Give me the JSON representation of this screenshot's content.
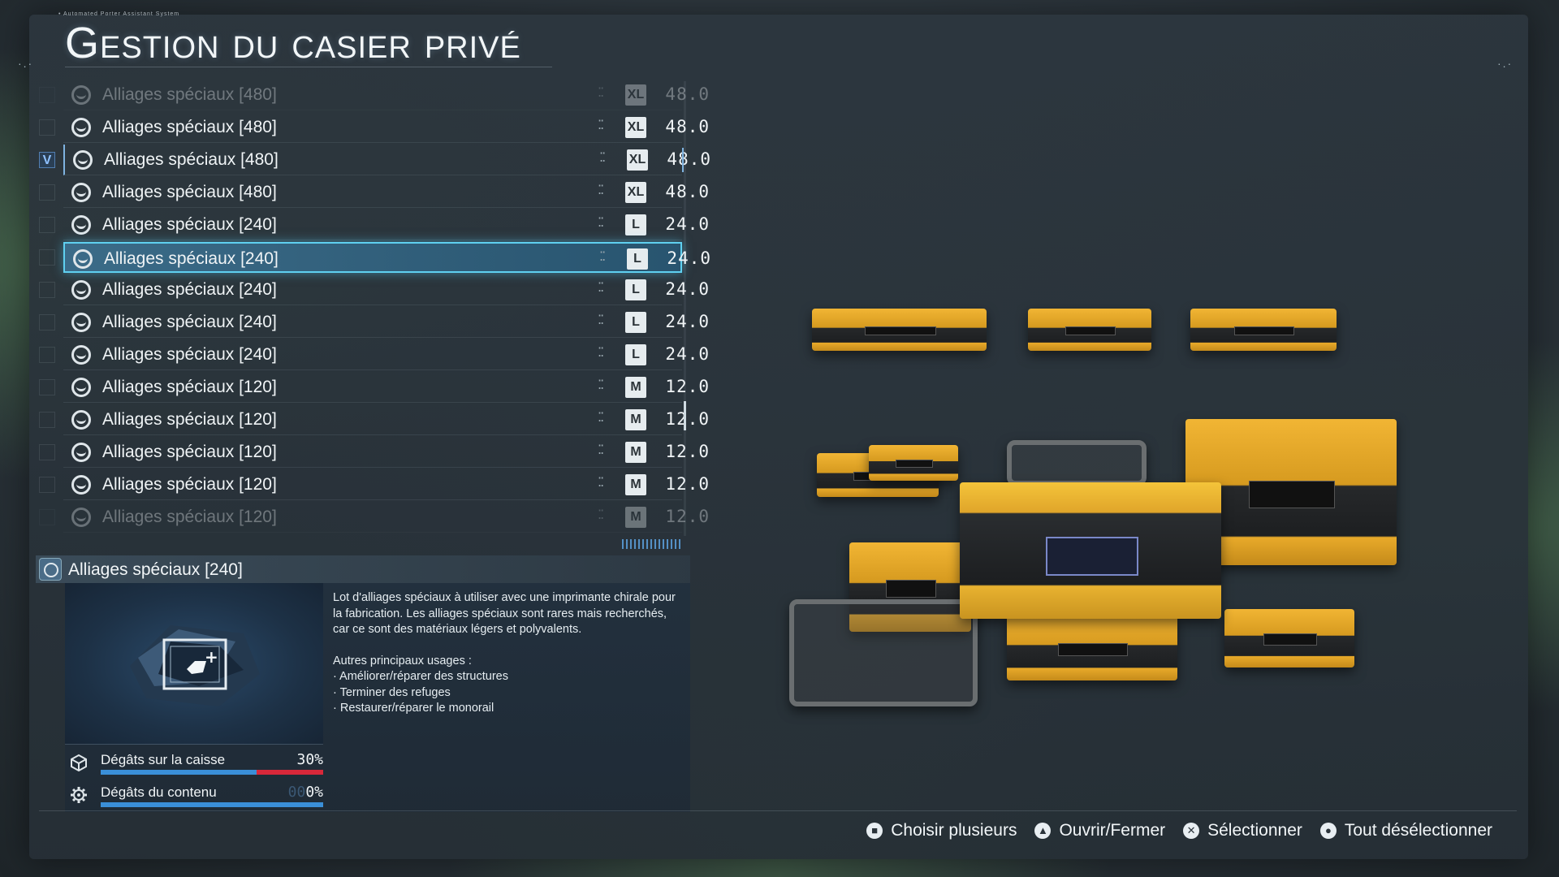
{
  "header": {
    "system_text": "• Automated Porter Assistant System",
    "title": "Gestion du casier privé"
  },
  "list": {
    "rows": [
      {
        "name": "Alliages spéciaux [480]",
        "size": "XL",
        "weight": "48.0",
        "checked": false
      },
      {
        "name": "Alliages spéciaux [480]",
        "size": "XL",
        "weight": "48.0",
        "checked": false
      },
      {
        "name": "Alliages spéciaux [480]",
        "size": "XL",
        "weight": "48.0",
        "checked": true
      },
      {
        "name": "Alliages spéciaux [480]",
        "size": "XL",
        "weight": "48.0",
        "checked": false
      },
      {
        "name": "Alliages spéciaux [240]",
        "size": "L",
        "weight": "24.0",
        "checked": false
      },
      {
        "name": "Alliages spéciaux [240]",
        "size": "L",
        "weight": "24.0",
        "checked": false
      },
      {
        "name": "Alliages spéciaux [240]",
        "size": "L",
        "weight": "24.0",
        "checked": false
      },
      {
        "name": "Alliages spéciaux [240]",
        "size": "L",
        "weight": "24.0",
        "checked": false
      },
      {
        "name": "Alliages spéciaux [240]",
        "size": "L",
        "weight": "24.0",
        "checked": false
      },
      {
        "name": "Alliages spéciaux [120]",
        "size": "M",
        "weight": "12.0",
        "checked": false
      },
      {
        "name": "Alliages spéciaux [120]",
        "size": "M",
        "weight": "12.0",
        "checked": false
      },
      {
        "name": "Alliages spéciaux [120]",
        "size": "M",
        "weight": "12.0",
        "checked": false
      },
      {
        "name": "Alliages spéciaux [120]",
        "size": "M",
        "weight": "12.0",
        "checked": false
      },
      {
        "name": "Alliages spéciaux [120]",
        "size": "M",
        "weight": "12.0",
        "checked": false
      }
    ],
    "checkmark": "V",
    "cursor_index": 5
  },
  "detail": {
    "title": "Alliages spéciaux [240]",
    "description": "Lot d'alliages spéciaux à utiliser avec une imprimante chirale pour la fabrication. Les alliages spéciaux sont rares mais recherchés, car ce sont des matériaux légers et polyvalents.",
    "usages_heading": "Autres principaux usages :",
    "usages": [
      "· Améliorer/réparer des structures",
      "· Terminer des refuges",
      "· Restaurer/réparer le monorail"
    ],
    "stats": [
      {
        "label": "Dégâts sur la caisse",
        "prefix": "",
        "value": "30%",
        "fraction": 0.3
      },
      {
        "label": "Dégâts du contenu",
        "prefix": "00",
        "value": "0%",
        "fraction": 0.0
      }
    ]
  },
  "footer": {
    "buttons": [
      {
        "glyph": "■",
        "label": "Choisir plusieurs"
      },
      {
        "glyph": "▲",
        "label": "Ouvrir/Fermer"
      },
      {
        "glyph": "✕",
        "label": "Sélectionner"
      },
      {
        "glyph": "●",
        "label": "Tout désélectionner"
      }
    ]
  },
  "colors": {
    "accent": "#5fd0f0",
    "crate_yellow": "#f1b534",
    "damage_red": "#d8283a",
    "bar_blue": "#3a8fd8"
  }
}
